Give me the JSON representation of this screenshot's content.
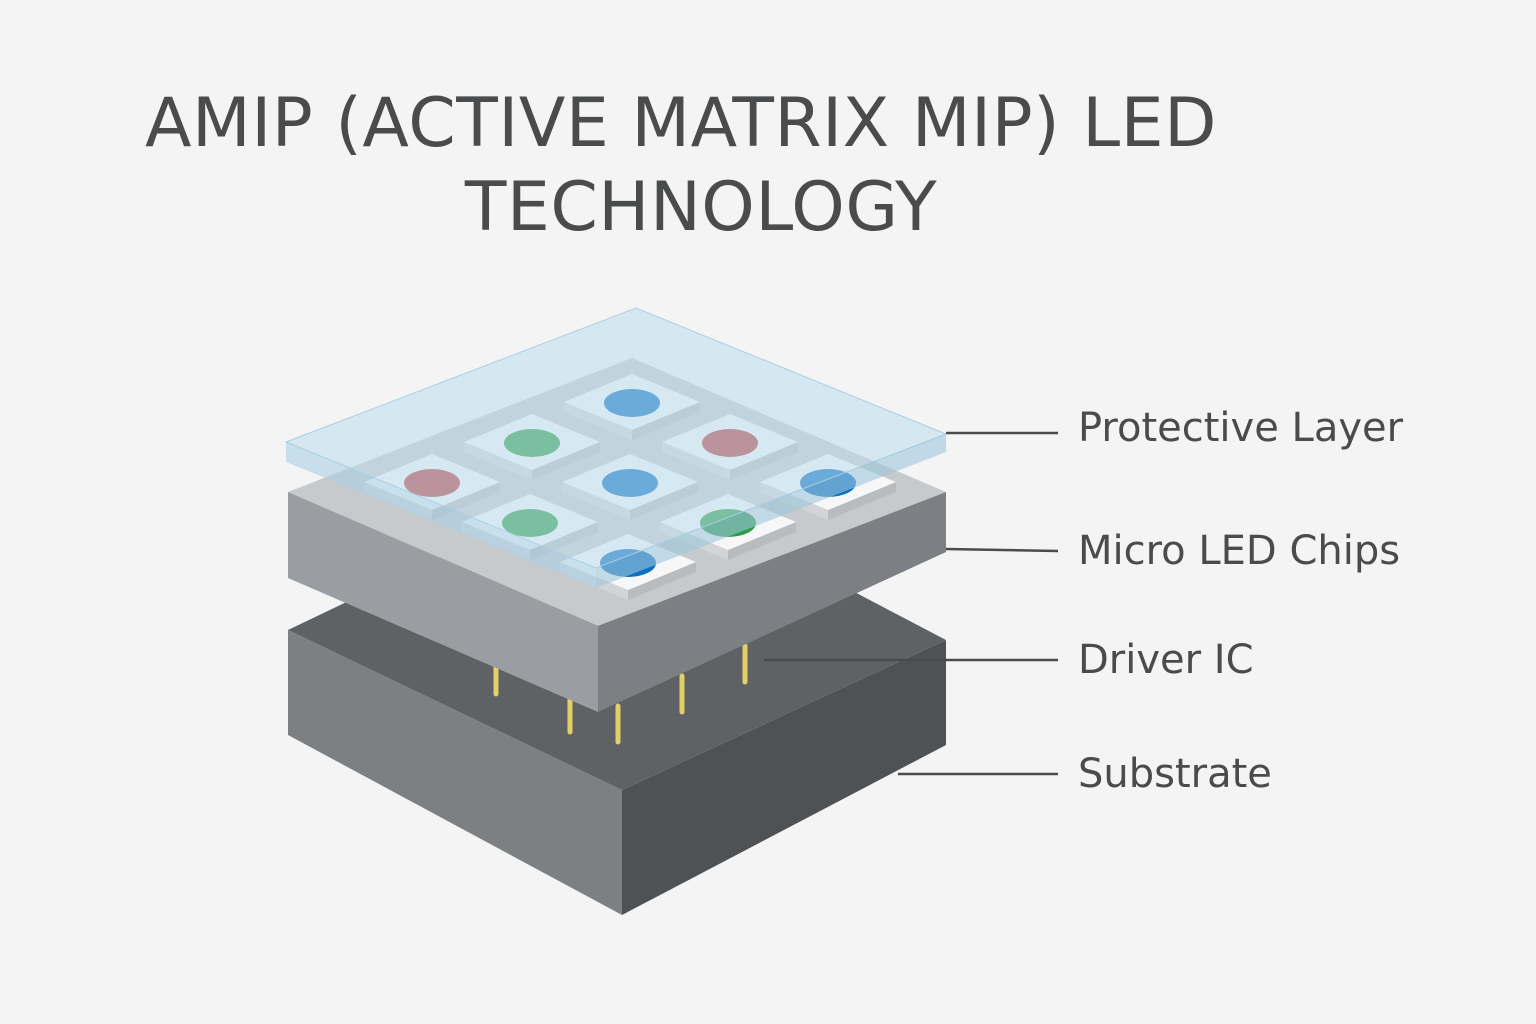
{
  "title": {
    "line1": "AMIP (ACTIVE MATRIX MIP) LED",
    "line2": "TECHNOLOGY"
  },
  "labels": {
    "protective_layer": "Protective Layer",
    "micro_led_chips": "Micro LED Chips",
    "driver_ic": "Driver IC",
    "substrate": "Substrate"
  },
  "colors": {
    "background": "#f4f4f4",
    "text": "#4a4b4d",
    "led_red": "#bb3b3b",
    "led_green": "#2e9b46",
    "led_blue": "#0b6fc2",
    "pin_gold": "#e3cf6a"
  },
  "led_grid": [
    [
      "blue",
      "red",
      "blue"
    ],
    [
      "green",
      "blue",
      "green"
    ],
    [
      "red",
      "green",
      "blue"
    ]
  ]
}
